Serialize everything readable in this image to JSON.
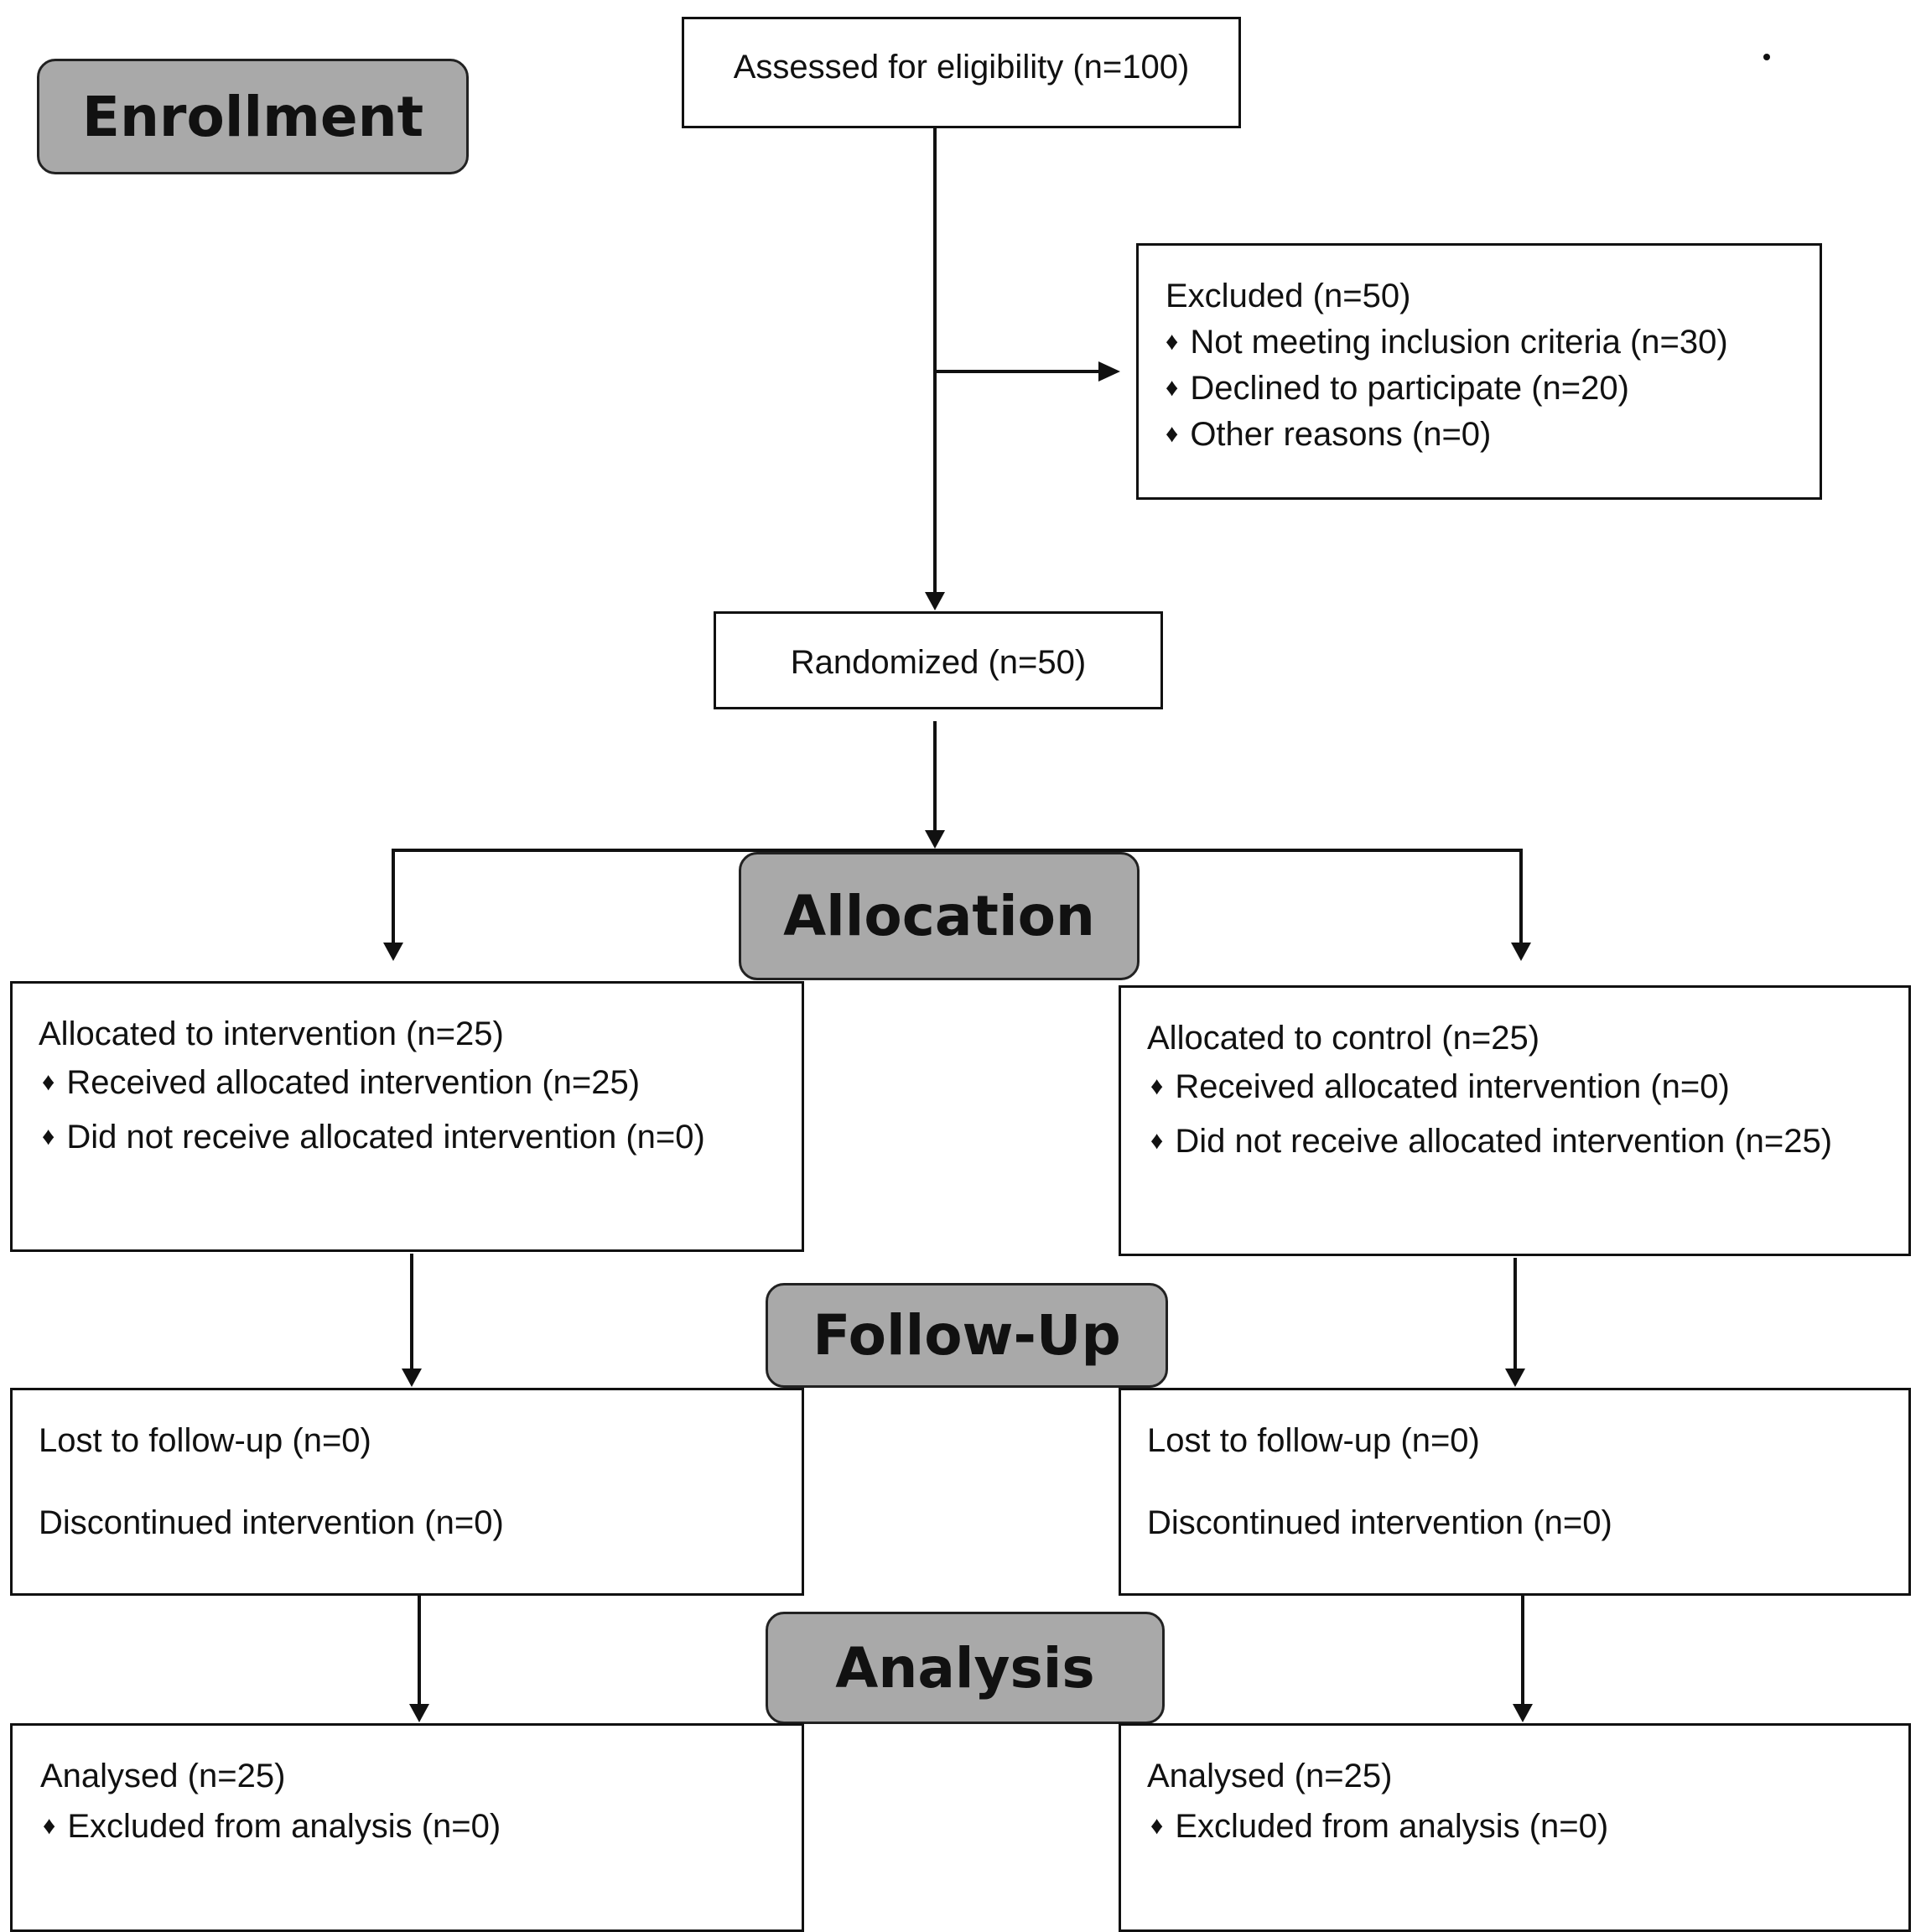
{
  "stages": {
    "enrollment": "Enrollment",
    "allocation": "Allocation",
    "followup": "Follow-Up",
    "analysis": "Analysis"
  },
  "assessed": "Assessed for eligibility (n=100)",
  "excluded": {
    "title": "Excluded (n=50)",
    "items": [
      "Not meeting inclusion criteria (n=30)",
      "Declined to participate (n=20)",
      "Other reasons (n=0)"
    ]
  },
  "randomized": "Randomized (n=50)",
  "bullet": "♦",
  "intervention": {
    "allocated": "Allocated to intervention (n=25)",
    "received": "Received allocated intervention (n=25)",
    "not_received": "Did not receive allocated intervention (n=0)",
    "lost": "Lost to follow-up (n=0)",
    "discontinued": "Discontinued intervention (n=0)",
    "analysed": "Analysed (n=25)",
    "excluded_analysis": "Excluded from analysis (n=0)"
  },
  "control": {
    "allocated": "Allocated to control (n=25)",
    "received": "Received allocated intervention (n=0)",
    "not_received": "Did not receive allocated intervention (n=25)",
    "lost": "Lost to follow-up (n=0)",
    "discontinued": "Discontinued intervention (n=0)",
    "analysed": "Analysed (n=25)",
    "excluded_analysis": "Excluded from analysis (n=0)"
  }
}
